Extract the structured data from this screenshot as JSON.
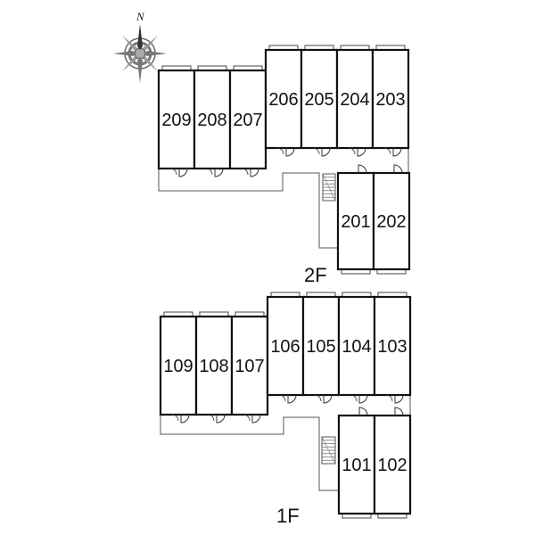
{
  "compass": {
    "north_label": "N",
    "icon": "compass-rose"
  },
  "floors": [
    {
      "label": "2F",
      "units": [
        {
          "number": "209"
        },
        {
          "number": "208"
        },
        {
          "number": "207"
        },
        {
          "number": "206"
        },
        {
          "number": "205"
        },
        {
          "number": "204"
        },
        {
          "number": "203"
        },
        {
          "number": "201"
        },
        {
          "number": "202"
        }
      ]
    },
    {
      "label": "1F",
      "units": [
        {
          "number": "109"
        },
        {
          "number": "108"
        },
        {
          "number": "107"
        },
        {
          "number": "106"
        },
        {
          "number": "105"
        },
        {
          "number": "104"
        },
        {
          "number": "103"
        },
        {
          "number": "101"
        },
        {
          "number": "102"
        }
      ]
    }
  ]
}
